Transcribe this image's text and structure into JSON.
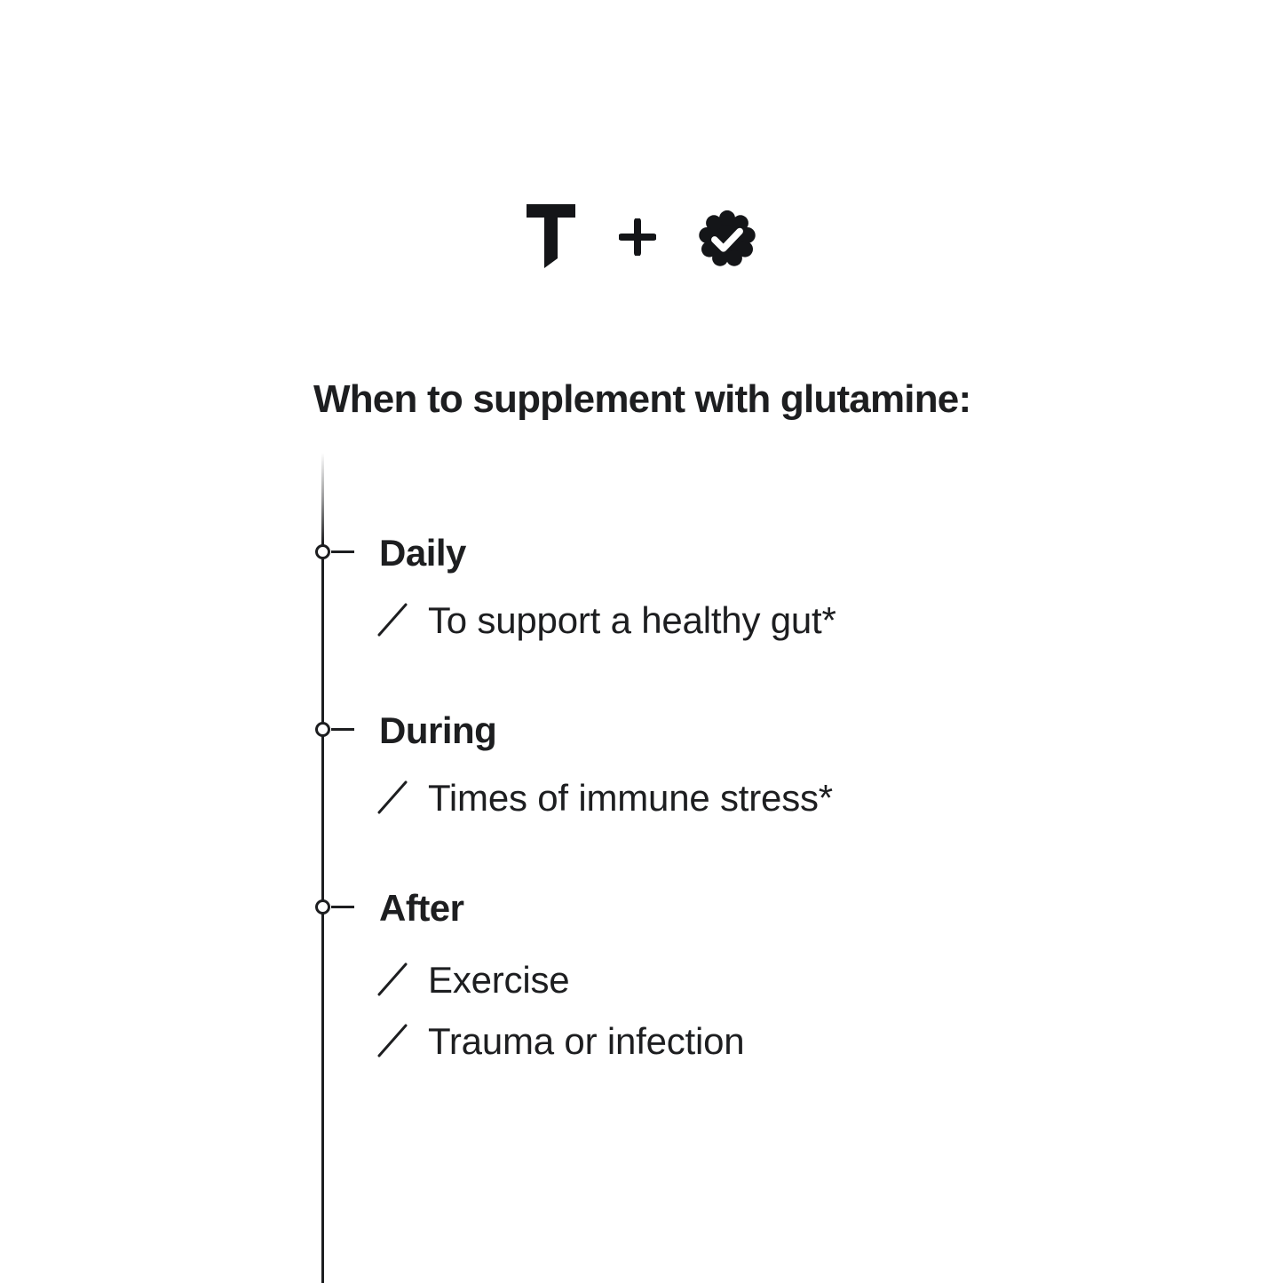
{
  "page": {
    "background_color": "#ffffff",
    "text_color": "#1d1e20"
  },
  "logo_row": {
    "brand_letter": "T",
    "icons": [
      {
        "name": "brand-t-logo",
        "glyph": "T-mark"
      },
      {
        "name": "plus-icon",
        "glyph": "+"
      },
      {
        "name": "verified-badge-icon",
        "glyph": "scalloped-seal-with-checkmark"
      }
    ]
  },
  "title": "When to supplement with glutamine:",
  "timeline": {
    "marker_style": "open-circle-with-dash",
    "bullet_style": "slash",
    "sections": [
      {
        "heading": "Daily",
        "items": [
          "To support a healthy gut*"
        ]
      },
      {
        "heading": "During",
        "items": [
          "Times of immune stress*"
        ]
      },
      {
        "heading": "After",
        "items": [
          "Exercise",
          "Trauma or infection"
        ]
      }
    ]
  }
}
